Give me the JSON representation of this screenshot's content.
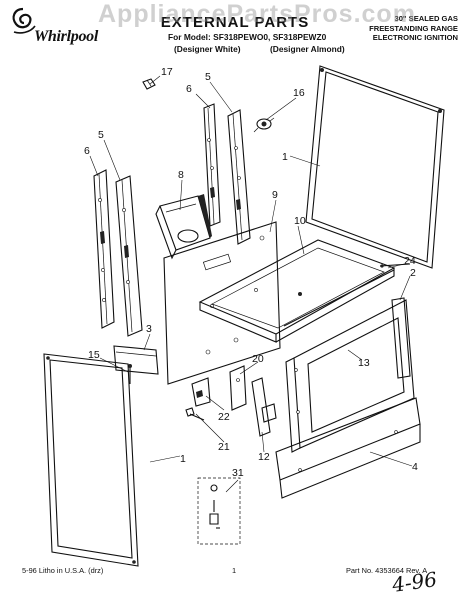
{
  "header": {
    "brand": "Whirlpool",
    "title": "EXTERNAL PARTS",
    "model_line": "For Model: SF318PEWO0, SF318PEWZ0",
    "designer_white": "(Designer White)",
    "designer_almond": "(Designer Almond)",
    "product_desc": [
      "30\" SEALED GAS",
      "FREESTANDING RANGE",
      "ELECTRONIC IGNITION"
    ]
  },
  "watermark": "AppliancePartsPros.com",
  "callouts": {
    "c17": "17",
    "c5a": "5",
    "c6a": "6",
    "c16": "16",
    "c1a": "1",
    "c5b": "5",
    "c6b": "6",
    "c8": "8",
    "c9": "9",
    "c10": "10",
    "c24": "24",
    "c2": "2",
    "c3": "3",
    "c15": "15",
    "c13": "13",
    "c20": "20",
    "c22": "22",
    "c21": "21",
    "c12": "12",
    "c1b": "1",
    "c4": "4",
    "c31": "31"
  },
  "footer": {
    "left": "5-96 Litho in U.S.A. (drz)",
    "center": "1",
    "right": "Part No. 4353664 Rev. A"
  },
  "handwritten_note": "4-96"
}
